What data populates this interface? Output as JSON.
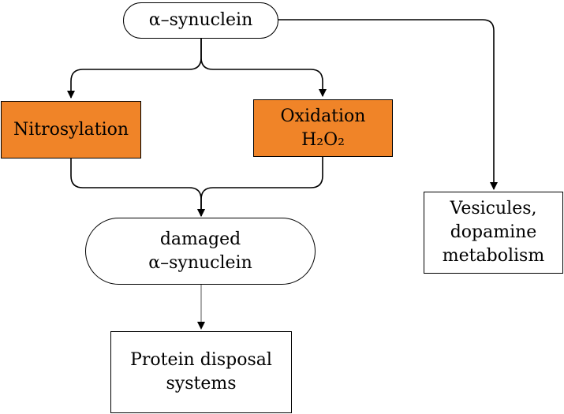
{
  "colors": {
    "process_fill": "#f08428",
    "stroke": "#000000",
    "background": "#ffffff"
  },
  "nodes": {
    "alpha_synuclein": {
      "lines": [
        "α–synuclein"
      ]
    },
    "nitrosylation": {
      "lines": [
        "Nitrosylation"
      ]
    },
    "oxidation": {
      "lines": [
        "Oxidation",
        "H₂O₂"
      ]
    },
    "damaged": {
      "lines": [
        "damaged",
        "α–synuclein"
      ]
    },
    "vesicules": {
      "lines": [
        "Vesicules,",
        "dopamine",
        "metabolism"
      ]
    },
    "disposal": {
      "lines": [
        "Protein disposal",
        "systems"
      ]
    }
  }
}
